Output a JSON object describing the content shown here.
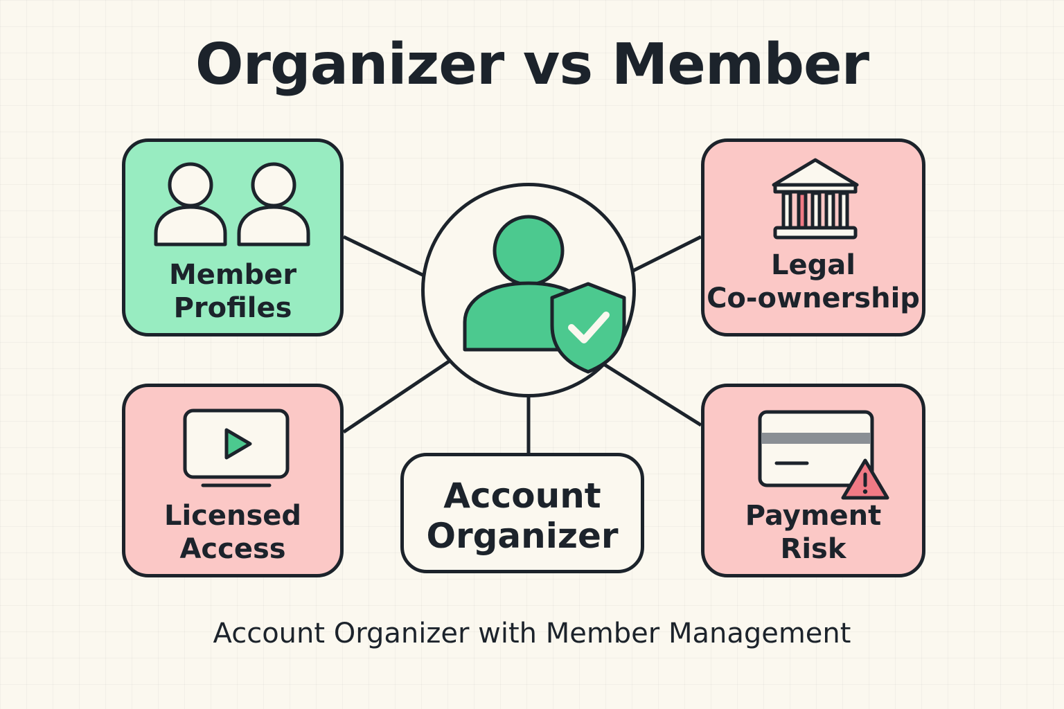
{
  "title": "Organizer vs Member",
  "hub": {
    "icon": "user-shield-check-icon"
  },
  "center_card": {
    "line1": "Account",
    "line2": "Organizer"
  },
  "cards": {
    "member_profiles": {
      "line1": "Member",
      "line2": "Profiles",
      "icon": "two-users-icon",
      "status": "green"
    },
    "legal_coownership": {
      "line1": "Legal",
      "line2": "Co-ownership",
      "icon": "bank-building-icon",
      "status": "pink"
    },
    "licensed_access": {
      "line1": "Licensed",
      "line2": "Access",
      "icon": "video-play-screen-icon",
      "status": "pink"
    },
    "payment_risk": {
      "line1": "Payment",
      "line2": "Risk",
      "icon": "credit-card-warning-icon",
      "status": "pink"
    }
  },
  "caption": "Account Organizer with Member Management",
  "colors": {
    "background": "#fbf8ef",
    "green": "#98ecc1",
    "accent_green": "#4cc98f",
    "pink": "#fbc8c6",
    "warning_red": "#f07a85",
    "outline": "#1c232b"
  }
}
